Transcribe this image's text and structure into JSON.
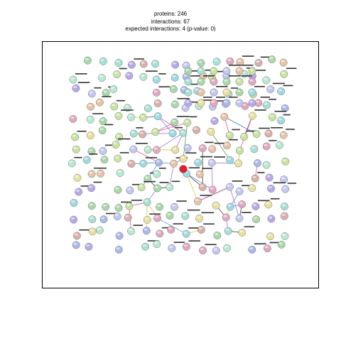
{
  "stats": {
    "proteins": "proteins: 246",
    "interactions": "interactions: 67",
    "expected": "expected interactions: 4 (p-value: 0)"
  },
  "network": {
    "node_colors": [
      "#a9b8e6",
      "#a6e0d2",
      "#c8e3a0",
      "#e6c3a6",
      "#b7a8e8",
      "#9fd9e0",
      "#d9b0a8",
      "#a8d8a8",
      "#e8e0a0",
      "#c0c8f0",
      "#e0a8c0",
      "#b8e8d0"
    ],
    "highlight_color": "#e02030",
    "edge_colors": [
      "#d84b9a",
      "#4a9a4a",
      "#9a6ad8",
      "#d8c040",
      "#5a8ad8",
      "#303030"
    ]
  }
}
